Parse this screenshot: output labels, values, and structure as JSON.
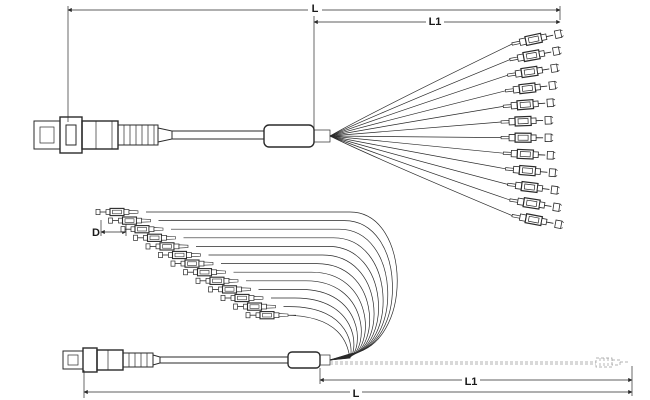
{
  "dimensions": {
    "overall_length": "L",
    "breakout_length": "L1",
    "connector_offset": "D"
  }
}
